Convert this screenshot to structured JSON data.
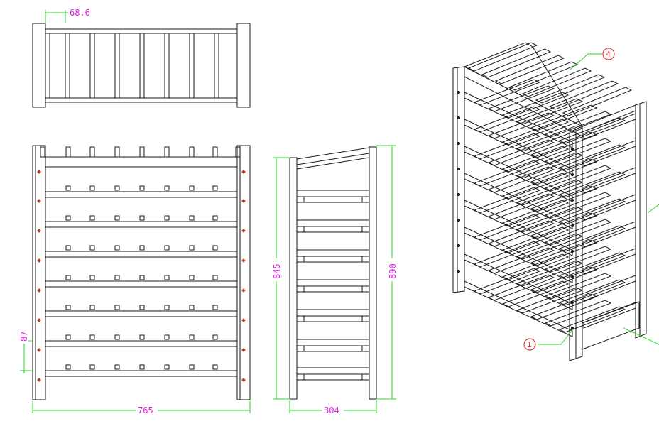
{
  "dimensions": {
    "slat_spacing": "68.6",
    "row_pitch": "87",
    "overall_width": "765",
    "inner_height": "845",
    "overall_height": "890",
    "depth": "304"
  },
  "callouts": {
    "post": "1",
    "slat": "4"
  },
  "colors": {
    "line": "#1a1a1a",
    "dimension_line": "#22dd22",
    "dimension_text": "#e020e0",
    "callout_text": "#d42020",
    "bolt_marker": "#c0392b"
  }
}
